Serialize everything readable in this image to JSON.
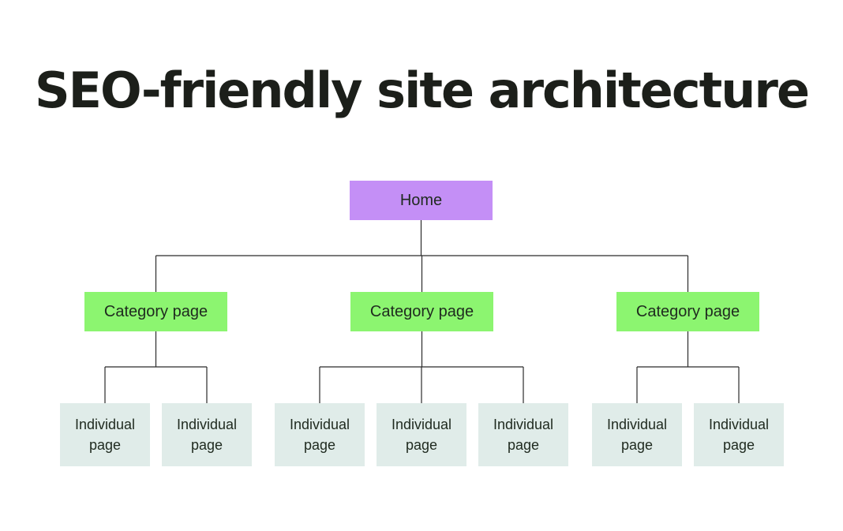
{
  "title": "SEO-friendly site architecture",
  "colors": {
    "home": "#c48ff6",
    "category": "#8cf570",
    "individual": "#e0ece9",
    "connector": "#2a2a2a",
    "title_text": "#1c1f1a"
  },
  "home": {
    "label": "Home"
  },
  "categories": [
    {
      "label": "Category page",
      "children": [
        {
          "label": "Individual page"
        },
        {
          "label": "Individual page"
        }
      ]
    },
    {
      "label": "Category page",
      "children": [
        {
          "label": "Individual page"
        },
        {
          "label": "Individual page"
        },
        {
          "label": "Individual page"
        }
      ]
    },
    {
      "label": "Category page",
      "children": [
        {
          "label": "Individual page"
        },
        {
          "label": "Individual page"
        }
      ]
    }
  ]
}
